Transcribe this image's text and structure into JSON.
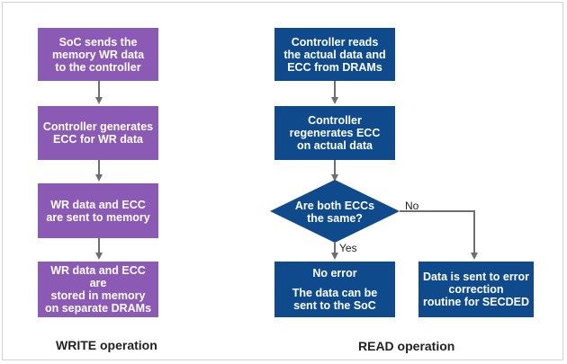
{
  "colors": {
    "write_fill": "#8b5ab4",
    "read_fill": "#0f4a8c",
    "arrow": "#6e6e6e",
    "text": "#ffffff",
    "label": "#222222"
  },
  "write": {
    "title": "WRITE operation",
    "step1": [
      "SoC sends the",
      "memory WR data",
      "to the controller"
    ],
    "step2": [
      "Controller generates",
      "ECC for WR data"
    ],
    "step3": [
      "WR data and ECC",
      "are sent to memory"
    ],
    "step4": [
      "WR data and ECC are",
      "stored in memory",
      "on separate DRAMs"
    ]
  },
  "read": {
    "title": "READ operation",
    "step1": [
      "Controller reads",
      "the actual data and",
      "ECC from DRAMs"
    ],
    "step2": [
      "Controller",
      "regenerates ECC",
      "on actual data"
    ],
    "decision": [
      "Are both ECCs",
      "the same?"
    ],
    "yes_label": "Yes",
    "no_label": "No",
    "yes_result": {
      "heading": "No error",
      "detail": [
        "The data can be",
        "sent to the SoC"
      ]
    },
    "no_result": [
      "Data is sent to error",
      "correction",
      "routine for SECDED"
    ]
  }
}
